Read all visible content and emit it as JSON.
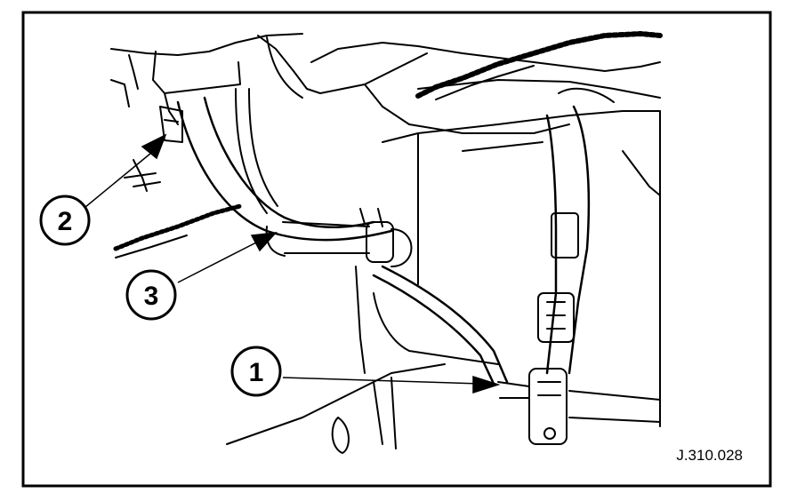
{
  "callouts": [
    {
      "id": "2",
      "label": "2"
    },
    {
      "id": "3",
      "label": "3"
    },
    {
      "id": "1",
      "label": "1"
    }
  ],
  "figure_ref": "J.310.028",
  "colors": {
    "ink": "#000000",
    "paper": "#ffffff"
  }
}
